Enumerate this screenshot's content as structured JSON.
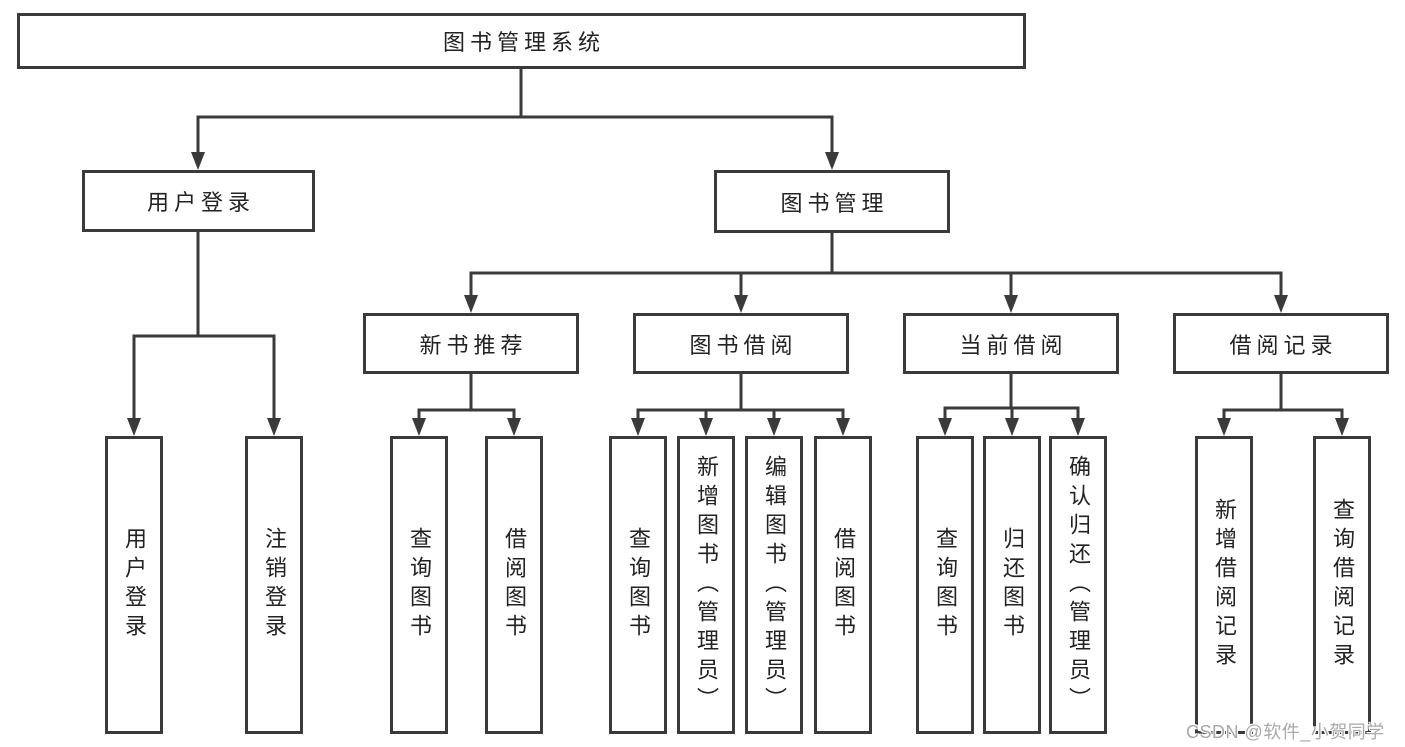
{
  "diagram_title": "图书管理系统",
  "tree": {
    "root": "图书管理系统",
    "children": [
      {
        "label": "用户登录",
        "children": [
          {
            "label": "用户登录"
          },
          {
            "label": "注销登录"
          }
        ]
      },
      {
        "label": "图书管理",
        "children": [
          {
            "label": "新书推荐",
            "children": [
              {
                "label": "查询图书"
              },
              {
                "label": "借阅图书"
              }
            ]
          },
          {
            "label": "图书借阅",
            "children": [
              {
                "label": "查询图书"
              },
              {
                "label": "新增图书（管理员）"
              },
              {
                "label": "编辑图书（管理员）"
              },
              {
                "label": "借阅图书"
              }
            ]
          },
          {
            "label": "当前借阅",
            "children": [
              {
                "label": "查询图书"
              },
              {
                "label": "归还图书"
              },
              {
                "label": "确认归还（管理员）"
              }
            ]
          },
          {
            "label": "借阅记录",
            "children": [
              {
                "label": "新增借阅记录"
              },
              {
                "label": "查询借阅记录"
              }
            ]
          }
        ]
      }
    ]
  },
  "colors": {
    "line": "#3a3a3a",
    "text": "#222222",
    "background": "#ffffff",
    "watermark": "#a9a9a9"
  },
  "watermark": {
    "text": "CSDN @软件_小贺同学"
  }
}
